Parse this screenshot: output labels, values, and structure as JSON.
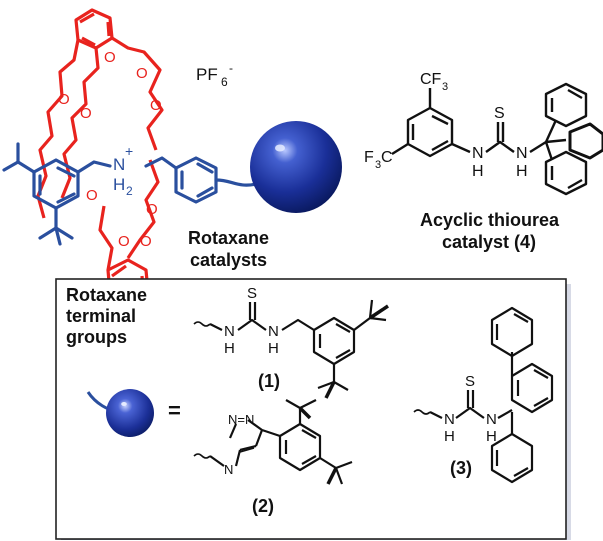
{
  "labels": {
    "counterion": "PF",
    "counterion_sub": "6",
    "counterion_sup": "-",
    "ammonium_n": "N",
    "ammonium_h": "H",
    "ammonium_sub": "2",
    "ammonium_plus": "+",
    "rotaxane_line1": "Rotaxane",
    "rotaxane_line2": "catalysts",
    "acyclic_line1": "Acyclic thiourea",
    "acyclic_line2": "catalyst (4)",
    "box_title_line1": "Rotaxane",
    "box_title_line2": "terminal",
    "box_title_line3": "groups",
    "equals": "=",
    "cmpd1": "(1)",
    "cmpd2": "(2)",
    "cmpd3": "(3)",
    "cf3_top": "CF",
    "cf3_top_sub": "3",
    "cf3_left_a": "F",
    "cf3_left_sub": "3",
    "cf3_left_b": "C",
    "atom_s": "S",
    "atom_n": "N",
    "atom_h": "H",
    "atom_o": "O",
    "triazole_n": "N=N",
    "triazole_n1": "N"
  },
  "colors": {
    "crown_ether": "#e8231e",
    "thread": "#2a4f9e",
    "sphere_dark": "#0a1f6e",
    "sphere_mid": "#2138a8",
    "sphere_light": "#9fb4ff",
    "ink": "#111111"
  }
}
